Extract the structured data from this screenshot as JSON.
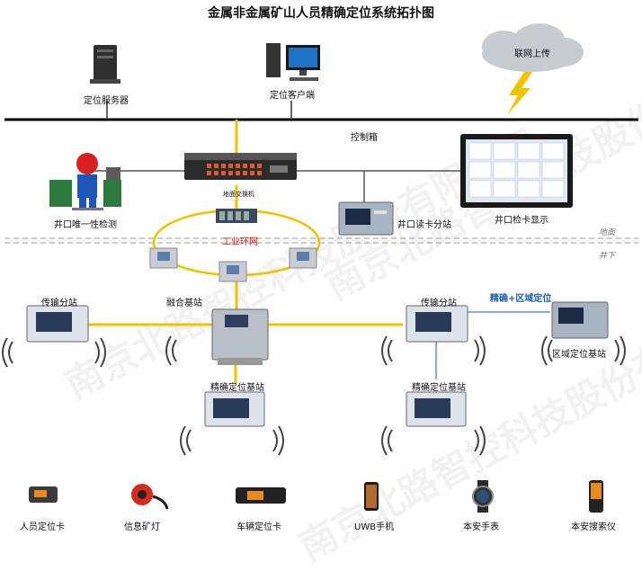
{
  "title": "金属非金属矿山人员精确定位系统拓扑图",
  "watermark": "南京北路智控科技股份有限公司",
  "top": {
    "server_label": "定位服务器",
    "client_label": "定位客户端",
    "cloud_label": "联网上传"
  },
  "middle": {
    "control_box_label": "控制箱",
    "switch_caption": "地面交换机",
    "detector_label": "井口唯一性检测",
    "reader_label": "井口读卡分站",
    "display_label": "井口检卡显示",
    "ring_label": "工业环网",
    "ground_label": "地面",
    "underground_label": "井下"
  },
  "bottom": {
    "fusion_label": "融合基站",
    "transfer_left_label": "传输分站",
    "transfer_right_label": "传输分站",
    "precise_left_label": "精确定位基站",
    "precise_right_label": "精确定位基站",
    "region_label": "区域定位基站",
    "precise_region_label": "精确+区域定位"
  },
  "devices": [
    {
      "label": "人员定位卡",
      "icon": "id-card-icon"
    },
    {
      "label": "信息矿灯",
      "icon": "miner-lamp-icon"
    },
    {
      "label": "车辆定位卡",
      "icon": "vehicle-card-icon"
    },
    {
      "label": "UWB手机",
      "icon": "phone-icon"
    },
    {
      "label": "本安手表",
      "icon": "watch-icon"
    },
    {
      "label": "本安搜索仪",
      "icon": "search-device-icon"
    }
  ],
  "colors": {
    "bus": "#000000",
    "link": "#f2c200",
    "ring": "#f2c200",
    "radio_link": "#5b8fd6",
    "accent_blue": "#1b5fb0",
    "lightning": "#f2c200"
  }
}
